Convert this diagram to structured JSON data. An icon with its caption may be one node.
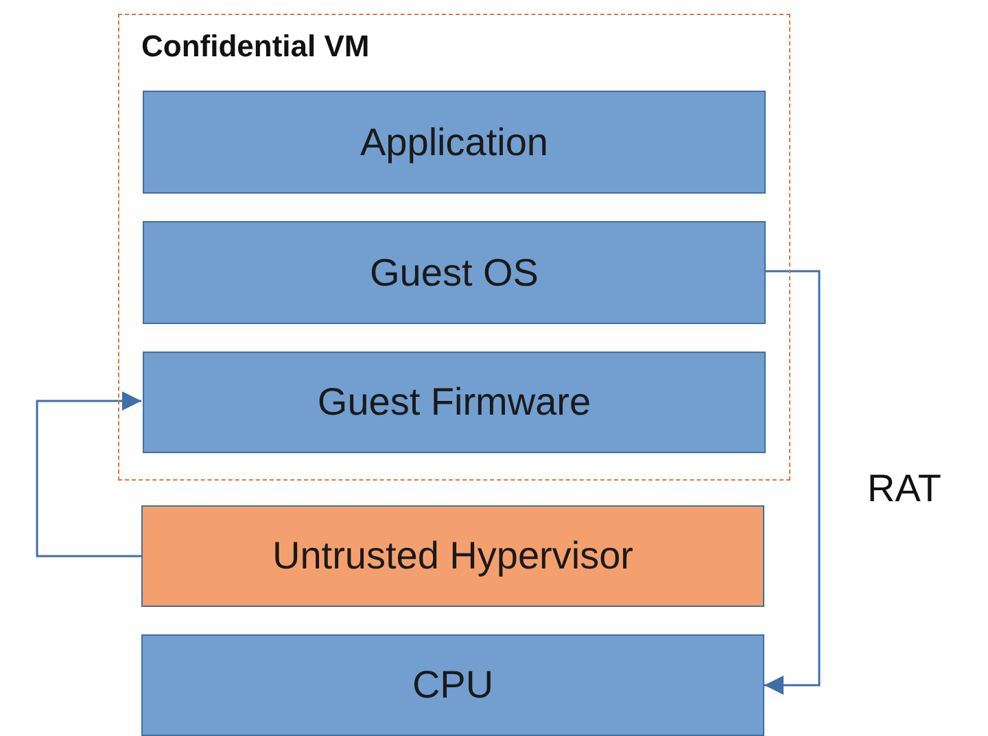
{
  "diagram": {
    "nodes": [
      {
        "text": [
          "Confidential VM"
        ]
      },
      {
        "text": [
          "Application"
        ],
        "in": 0
      },
      {
        "text": [
          "Guest OS"
        ],
        "in": 0
      },
      {
        "text": [
          "Guest Firmware"
        ],
        "in": 0
      },
      {
        "text": [
          "Untrusted Hypervisor"
        ]
      },
      {
        "text": [
          "CPU"
        ]
      }
    ],
    "edges": [
      {
        "from": 4,
        "to": 3,
        "arrow": "to"
      },
      {
        "from": 2,
        "to": 5,
        "arrow": "to",
        "label": "RAT"
      }
    ]
  }
}
